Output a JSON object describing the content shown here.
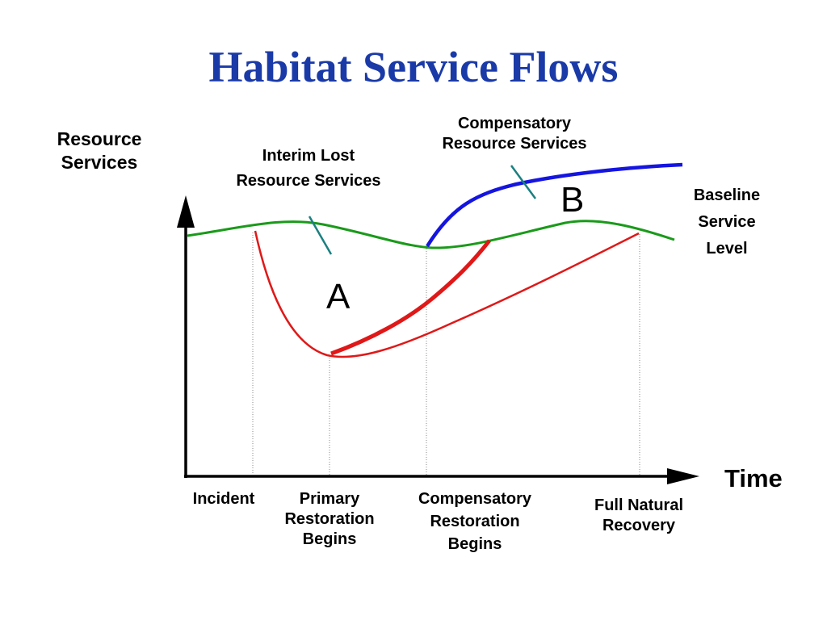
{
  "title": "Habitat Service Flows",
  "y_axis_label": [
    "Resource",
    "Services"
  ],
  "x_axis_label": "Time",
  "region_labels": {
    "a": "A",
    "b": "B"
  },
  "annotations": {
    "interim_lost": [
      "Interim Lost",
      "Resource Services"
    ],
    "compensatory_services": [
      "Compensatory",
      "Resource Services"
    ],
    "baseline": [
      "Baseline",
      "Service",
      "Level"
    ]
  },
  "milestones": {
    "incident": [
      "Incident"
    ],
    "primary_restoration": [
      "Primary",
      "Restoration",
      "Begins"
    ],
    "compensatory_restoration": [
      "Compensatory",
      "Restoration",
      "Begins"
    ],
    "full_recovery": [
      "Full Natural",
      "Recovery"
    ]
  },
  "colors": {
    "title": "#1a3aa8",
    "baseline_curve": "#1a9a1a",
    "recovery_curves": "#e01818",
    "compensatory_curve": "#1515e0",
    "pointer_lines": "#1a8080",
    "axes": "#000000"
  }
}
